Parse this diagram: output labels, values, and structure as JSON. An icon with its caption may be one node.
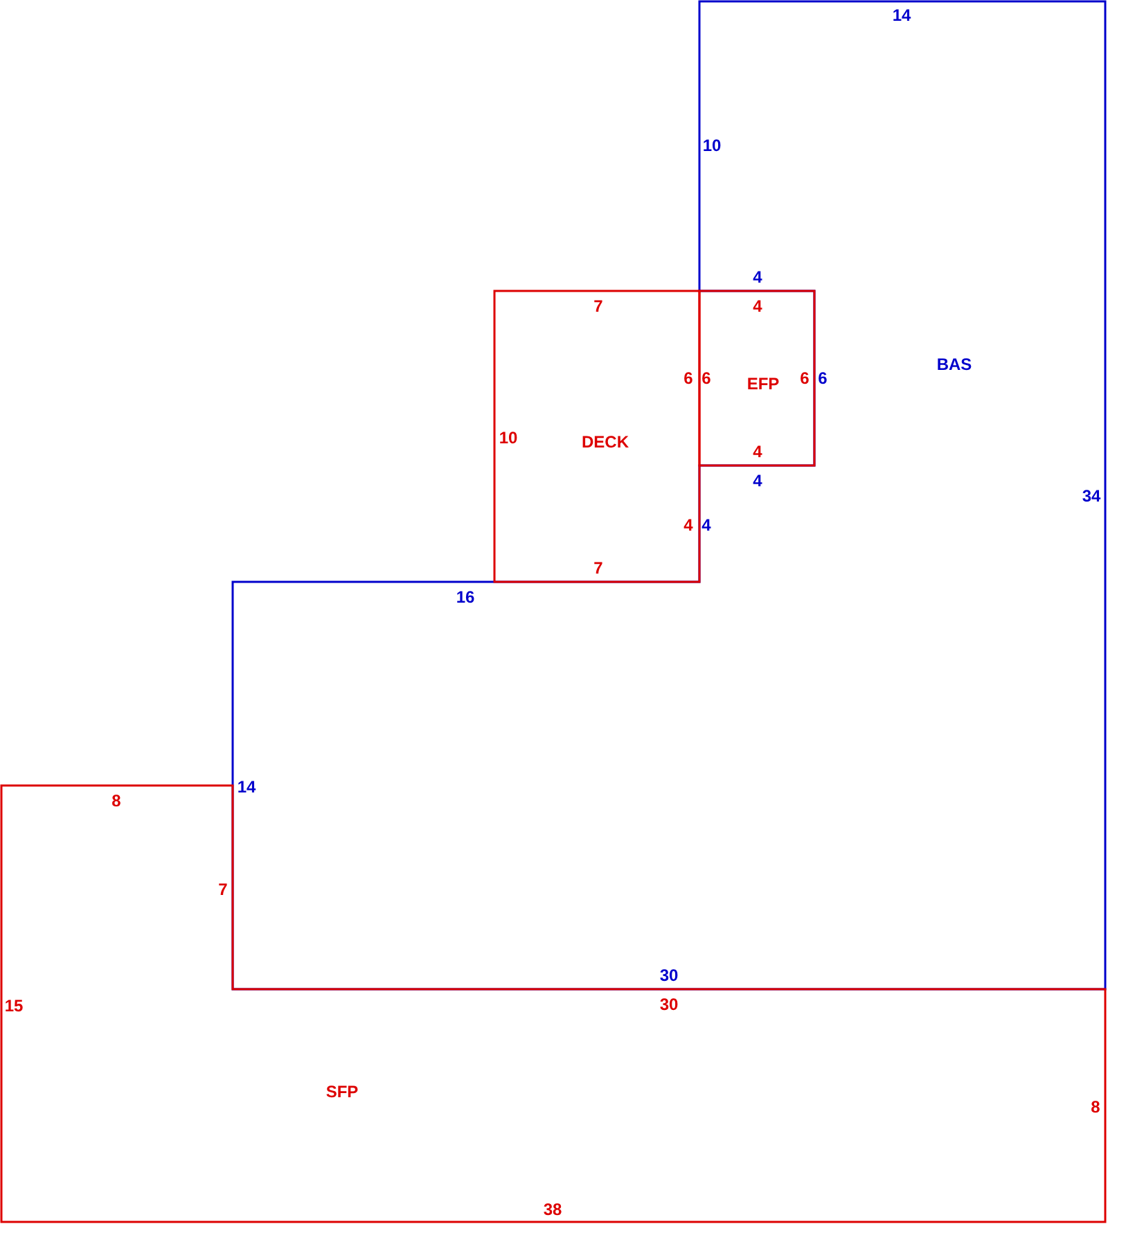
{
  "diagram": {
    "nodes": [
      {
        "text": [
          "BAS"
        ]
      },
      {
        "text": [
          "DECK"
        ]
      },
      {
        "text": [
          "EFP"
        ]
      },
      {
        "text": [
          "SFP"
        ]
      }
    ],
    "labels": [
      "14",
      "10",
      "4",
      "7",
      "4",
      "6",
      "6",
      "6",
      "6",
      "10",
      "4",
      "4",
      "34",
      "4",
      "4",
      "7",
      "16",
      "8",
      "14",
      "7",
      "15",
      "30",
      "30",
      "8",
      "38"
    ]
  }
}
